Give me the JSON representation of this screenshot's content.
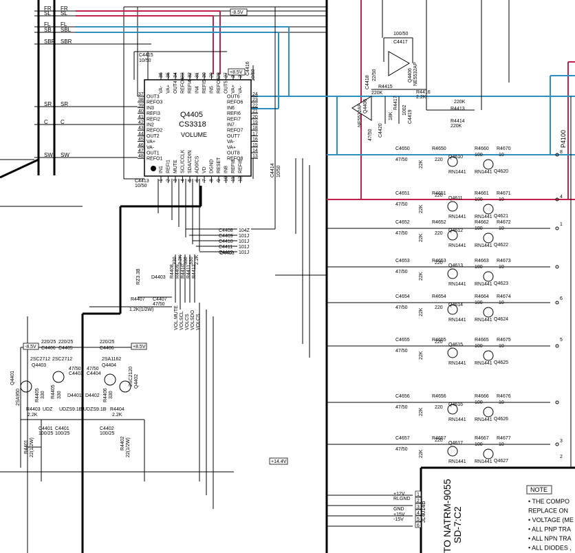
{
  "ic": {
    "ref": "Q4405",
    "part": "CS3318",
    "function": "VOLUME",
    "left_pins": [
      {
        "num": "37",
        "name": "OUT3"
      },
      {
        "num": "38",
        "name": "REFO3"
      },
      {
        "num": "39",
        "name": "IN3"
      },
      {
        "num": "40",
        "name": "REFI3"
      },
      {
        "num": "41",
        "name": "REFI2"
      },
      {
        "num": "42",
        "name": "IN2"
      },
      {
        "num": "43",
        "name": "REFO2"
      },
      {
        "num": "44",
        "name": "OUT2"
      },
      {
        "num": "45",
        "name": "VA+"
      },
      {
        "num": "46",
        "name": "VA-"
      },
      {
        "num": "47",
        "name": "OUT1"
      },
      {
        "num": "48",
        "name": "REFO1"
      }
    ],
    "right_pins": [
      {
        "num": "24",
        "name": "OUT6"
      },
      {
        "num": "23",
        "name": "REFO6"
      },
      {
        "num": "22",
        "name": "IN6"
      },
      {
        "num": "21",
        "name": "REFI6"
      },
      {
        "num": "20",
        "name": "REFI7"
      },
      {
        "num": "19",
        "name": "IN7"
      },
      {
        "num": "18",
        "name": "REFO7"
      },
      {
        "num": "17",
        "name": "OUT7"
      },
      {
        "num": "16",
        "name": "VA-"
      },
      {
        "num": "15",
        "name": "VA+"
      },
      {
        "num": "14",
        "name": "OUT8"
      },
      {
        "num": "13",
        "name": "REFO8"
      }
    ],
    "top_pins": [
      {
        "num": "36",
        "name": "VA-"
      },
      {
        "num": "35",
        "name": "VA+"
      },
      {
        "num": "34",
        "name": "OUT4"
      },
      {
        "num": "33",
        "name": "REFO4"
      },
      {
        "num": "32",
        "name": "REFI4"
      },
      {
        "num": "31",
        "name": "IN4"
      },
      {
        "num": "30",
        "name": "REFI5"
      },
      {
        "num": "29",
        "name": "IN5"
      },
      {
        "num": "28",
        "name": "REFO5"
      },
      {
        "num": "27",
        "name": "OUT5"
      },
      {
        "num": "26",
        "name": "VA+"
      },
      {
        "num": "25",
        "name": "VA-"
      }
    ],
    "bottom_pins": [
      {
        "num": "1",
        "name": "IN1"
      },
      {
        "num": "2",
        "name": "REFI1"
      },
      {
        "num": "3",
        "name": "MUTE"
      },
      {
        "num": "4",
        "name": "SCL/CCLK"
      },
      {
        "num": "5",
        "name": "SDA/CDIN"
      },
      {
        "num": "6",
        "name": "AD0/CS"
      },
      {
        "num": "7",
        "name": "VD"
      },
      {
        "num": "8",
        "name": "DGND"
      },
      {
        "num": "9",
        "name": "RESET"
      },
      {
        "num": "10",
        "name": "IN8"
      },
      {
        "num": "11",
        "name": "REFI8"
      },
      {
        "num": "12",
        "name": "REFI8"
      }
    ]
  },
  "inputs": [
    {
      "left": "FR",
      "right": "FR"
    },
    {
      "left": "SL",
      "right": "SL"
    },
    {
      "left": "FL",
      "right": "FL"
    },
    {
      "left": "SB",
      "right": "SBL"
    },
    {
      "left": "SBR",
      "right": "SBR"
    },
    {
      "left": "SR",
      "right": "SR"
    },
    {
      "left": "C",
      "right": "C"
    },
    {
      "left": "SW",
      "right": "SW"
    }
  ],
  "rails": {
    "plus85": "+8.5V",
    "minus85": "-8.5V",
    "plus144": "+14.4V"
  },
  "parts": {
    "c4415": "C4415",
    "c4415v": "10/50",
    "c4416": "C4416",
    "c4416v": "10/50",
    "c4413": "C4413",
    "c4413v": "10/50",
    "c4414": "C4414",
    "c4414v": "10/50",
    "c4417": "C4417",
    "c4417v": "100/50",
    "q4406": "Q4406",
    "q4406p": "NE5532AP",
    "q4406b": "Q4406",
    "q4406bp": "NE5532AP",
    "c4418": "C4418",
    "c4418v": "22/50",
    "c4420": "C4420",
    "c4420v": "47/50",
    "r4415": "R4415",
    "r4415v": "220K",
    "r4416": "R4416",
    "r4416v": "2.2K",
    "r4417": "R4417",
    "r4417v": "18K",
    "c4419": "C4419",
    "c4419v": "1002",
    "r4413": "R4413",
    "r4413v": "220K",
    "r4414": "R4414",
    "r4414v": "220K",
    "caps_bus": [
      {
        "ref": "C4408",
        "val": "104Z"
      },
      {
        "ref": "C4409",
        "val": "101J"
      },
      {
        "ref": "C4410",
        "val": "101J"
      },
      {
        "ref": "C4411",
        "val": "101J"
      },
      {
        "ref": "C4412",
        "val": "101J"
      }
    ],
    "res_bus": [
      {
        "ref": "R4408",
        "val": "330"
      },
      {
        "ref": "R4409",
        "val": "2.2K"
      },
      {
        "ref": "R4410",
        "val": "330"
      },
      {
        "ref": "R4411",
        "val": "330"
      },
      {
        "ref": "R4412",
        "val": "2.2K"
      }
    ],
    "bus_labels": [
      "VOL.MUTE",
      "VOLSCL",
      "VOLCS",
      "VOLSDO",
      "VOLCS"
    ],
    "d4403": "D4403",
    "d4403p": "RZ3.3B",
    "r4407": "R4407",
    "r4407v": "1.2K(1/2W)",
    "c4407": "C4407",
    "c4407v": "47/50"
  },
  "power": {
    "minus85": "-8.5V",
    "plus85": "+8.5V",
    "c4406a": "C4406",
    "c4406av": "220/25",
    "c4405": "C4405",
    "c4405v": "220/25",
    "c4406b": "C4406",
    "c4406bv": "220/25",
    "q4403": "Q4403",
    "q4403p": "2SC2712",
    "q4403b": "2SC2712",
    "q4404": "Q4404",
    "q4404p": "2SA1162",
    "q4402": "Q4402",
    "q4402p": "2SC2120",
    "q4401": "Q4401",
    "q4401p": "2SA950",
    "r4405": "R4405",
    "r4405v": "330",
    "r4405b": "R4405",
    "r4405bv": "330",
    "r4406": "R4406",
    "r4406v": "330",
    "c4403": "C4403",
    "c4403v": "47/50",
    "c4404": "C4404",
    "c4404v": "47/50",
    "d4401": "D4401",
    "d4402": "D4402",
    "r4403": "R4403",
    "r4403v": "2.2K",
    "r4404": "R4404",
    "r4404v": "2.2K",
    "udz1": "UDZS9.1B",
    "udz2": "UDZS9.1B",
    "udz0": "UDZ",
    "c4401": "C4401",
    "c4401v": "100/25",
    "c4401b": "C4401",
    "c4401bv": "100/25",
    "c4402": "C4402",
    "c4402v": "100/25",
    "r4401": "R4401",
    "r4401v": "22(1/2W)",
    "r4402": "R4402",
    "r4402v": "22(1/2W)"
  },
  "channels": [
    {
      "c": "C4650",
      "cv": "47/50",
      "ra": "R4650",
      "rb": "R4660",
      "rbv": "100",
      "rc": "R4670",
      "rcv": "10",
      "q1": "Q4610",
      "q2": "Q4620",
      "rn": "RN1441",
      "rv": "220",
      "rk": "22K"
    },
    {
      "c": "C4651",
      "cv": "47/50",
      "ra": "R4651",
      "rb": "R4661",
      "rbv": "100",
      "rc": "R4671",
      "rcv": "10",
      "q1": "Q4611",
      "q2": "Q4621",
      "rn": "RN1441",
      "rv": "220",
      "rk": "22K"
    },
    {
      "c": "C4652",
      "cv": "47/50",
      "ra": "R4652",
      "rb": "R4662",
      "rbv": "100",
      "rc": "R4672",
      "rcv": "10",
      "q1": "Q4612",
      "q2": "Q4622",
      "rn": "RN1441",
      "rv": "220",
      "rk": "22K"
    },
    {
      "c": "C4653",
      "cv": "47/50",
      "ra": "R4653",
      "rb": "R4663",
      "rbv": "100",
      "rc": "R4673",
      "rcv": "10",
      "q1": "Q4613",
      "q2": "Q4623",
      "rn": "RN1441",
      "rv": "220",
      "rk": "22K"
    },
    {
      "c": "C4654",
      "cv": "47/50",
      "ra": "R4654",
      "rb": "R4664",
      "rbv": "100",
      "rc": "R4674",
      "rcv": "10",
      "q1": "Q4614",
      "q2": "Q4624",
      "rn": "RN1441",
      "rv": "220",
      "rk": "22K"
    },
    {
      "c": "C4655",
      "cv": "47/50",
      "ra": "R4655",
      "rb": "R4665",
      "rbv": "100",
      "rc": "R4675",
      "rcv": "10",
      "q1": "Q4615",
      "q2": "Q4625",
      "rn": "RN1441",
      "rv": "220",
      "rk": "22K"
    },
    {
      "c": "C4656",
      "cv": "47/50",
      "ra": "R4656",
      "rb": "R4666",
      "rbv": "100",
      "rc": "R4676",
      "rcv": "10",
      "q1": "Q4616",
      "q2": "Q4626",
      "rn": "RN1441",
      "rv": "220",
      "rk": "22K"
    },
    {
      "c": "C4657",
      "cv": "47/50",
      "ra": "R4657",
      "rb": "R4667",
      "rbv": "100",
      "rc": "R4677",
      "rcv": "10",
      "q1": "Q4617",
      "q2": "Q4627",
      "rn": "RN1441",
      "rv": "220",
      "rk": "22K"
    }
  ],
  "connector": {
    "ref": "P4100",
    "pins": [
      "8",
      "4",
      "1",
      "6",
      "5",
      "3",
      "2"
    ],
    "jl": "JL4014B",
    "jl_labels": [
      "+12V",
      "RLGND",
      "GND",
      "+15V",
      "-15V"
    ],
    "jl_pins": [
      "1",
      "2",
      "3",
      "4",
      "5",
      "6"
    ],
    "to_line1": "TO NATRM-9055",
    "to_line2": "SD-7:C2"
  },
  "note": {
    "title": "NOTE",
    "lines": [
      "• THE COMPO",
      "  REPLACE ON",
      "• VOLTAGE (ME",
      "• ALL PNP TRA",
      "• ALL NPN TRA",
      "• ALL DIODES ,"
    ]
  }
}
